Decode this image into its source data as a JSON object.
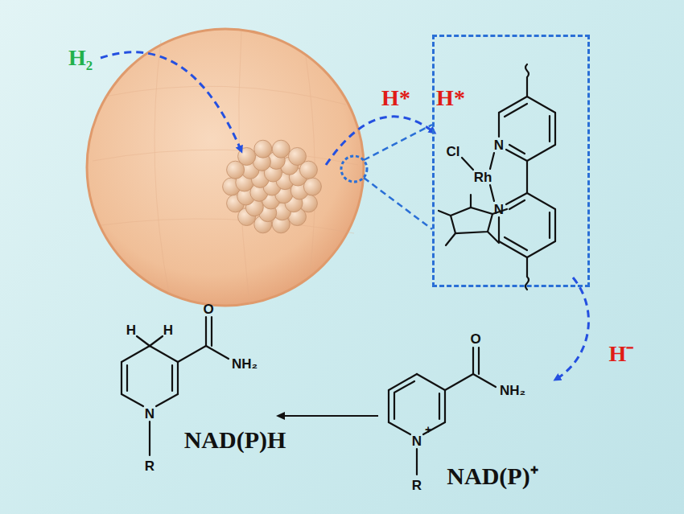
{
  "diagram": {
    "nodes": [
      {
        "text": [
          "Cl",
          "Rh",
          "N",
          "N"
        ]
      }
    ],
    "labels": [
      "H₂",
      "H*",
      "H*",
      "H⁻",
      "O",
      "NH₂",
      "H",
      "H",
      "N",
      "R",
      "NAD(P)H",
      "O",
      "NH₂",
      "N",
      "+",
      "R",
      "NAD(P)⁺"
    ]
  }
}
